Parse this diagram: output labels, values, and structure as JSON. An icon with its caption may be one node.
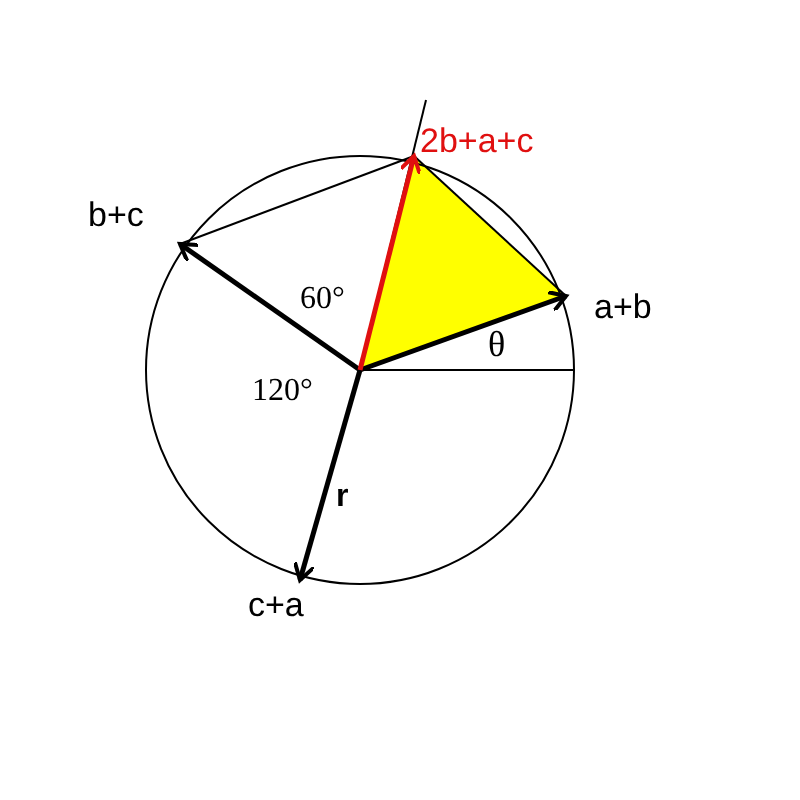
{
  "diagram": {
    "labels": [
      "2b+a+c",
      "b+c",
      "60°",
      "a+b",
      "θ",
      "120°",
      "r",
      "c+a"
    ]
  }
}
